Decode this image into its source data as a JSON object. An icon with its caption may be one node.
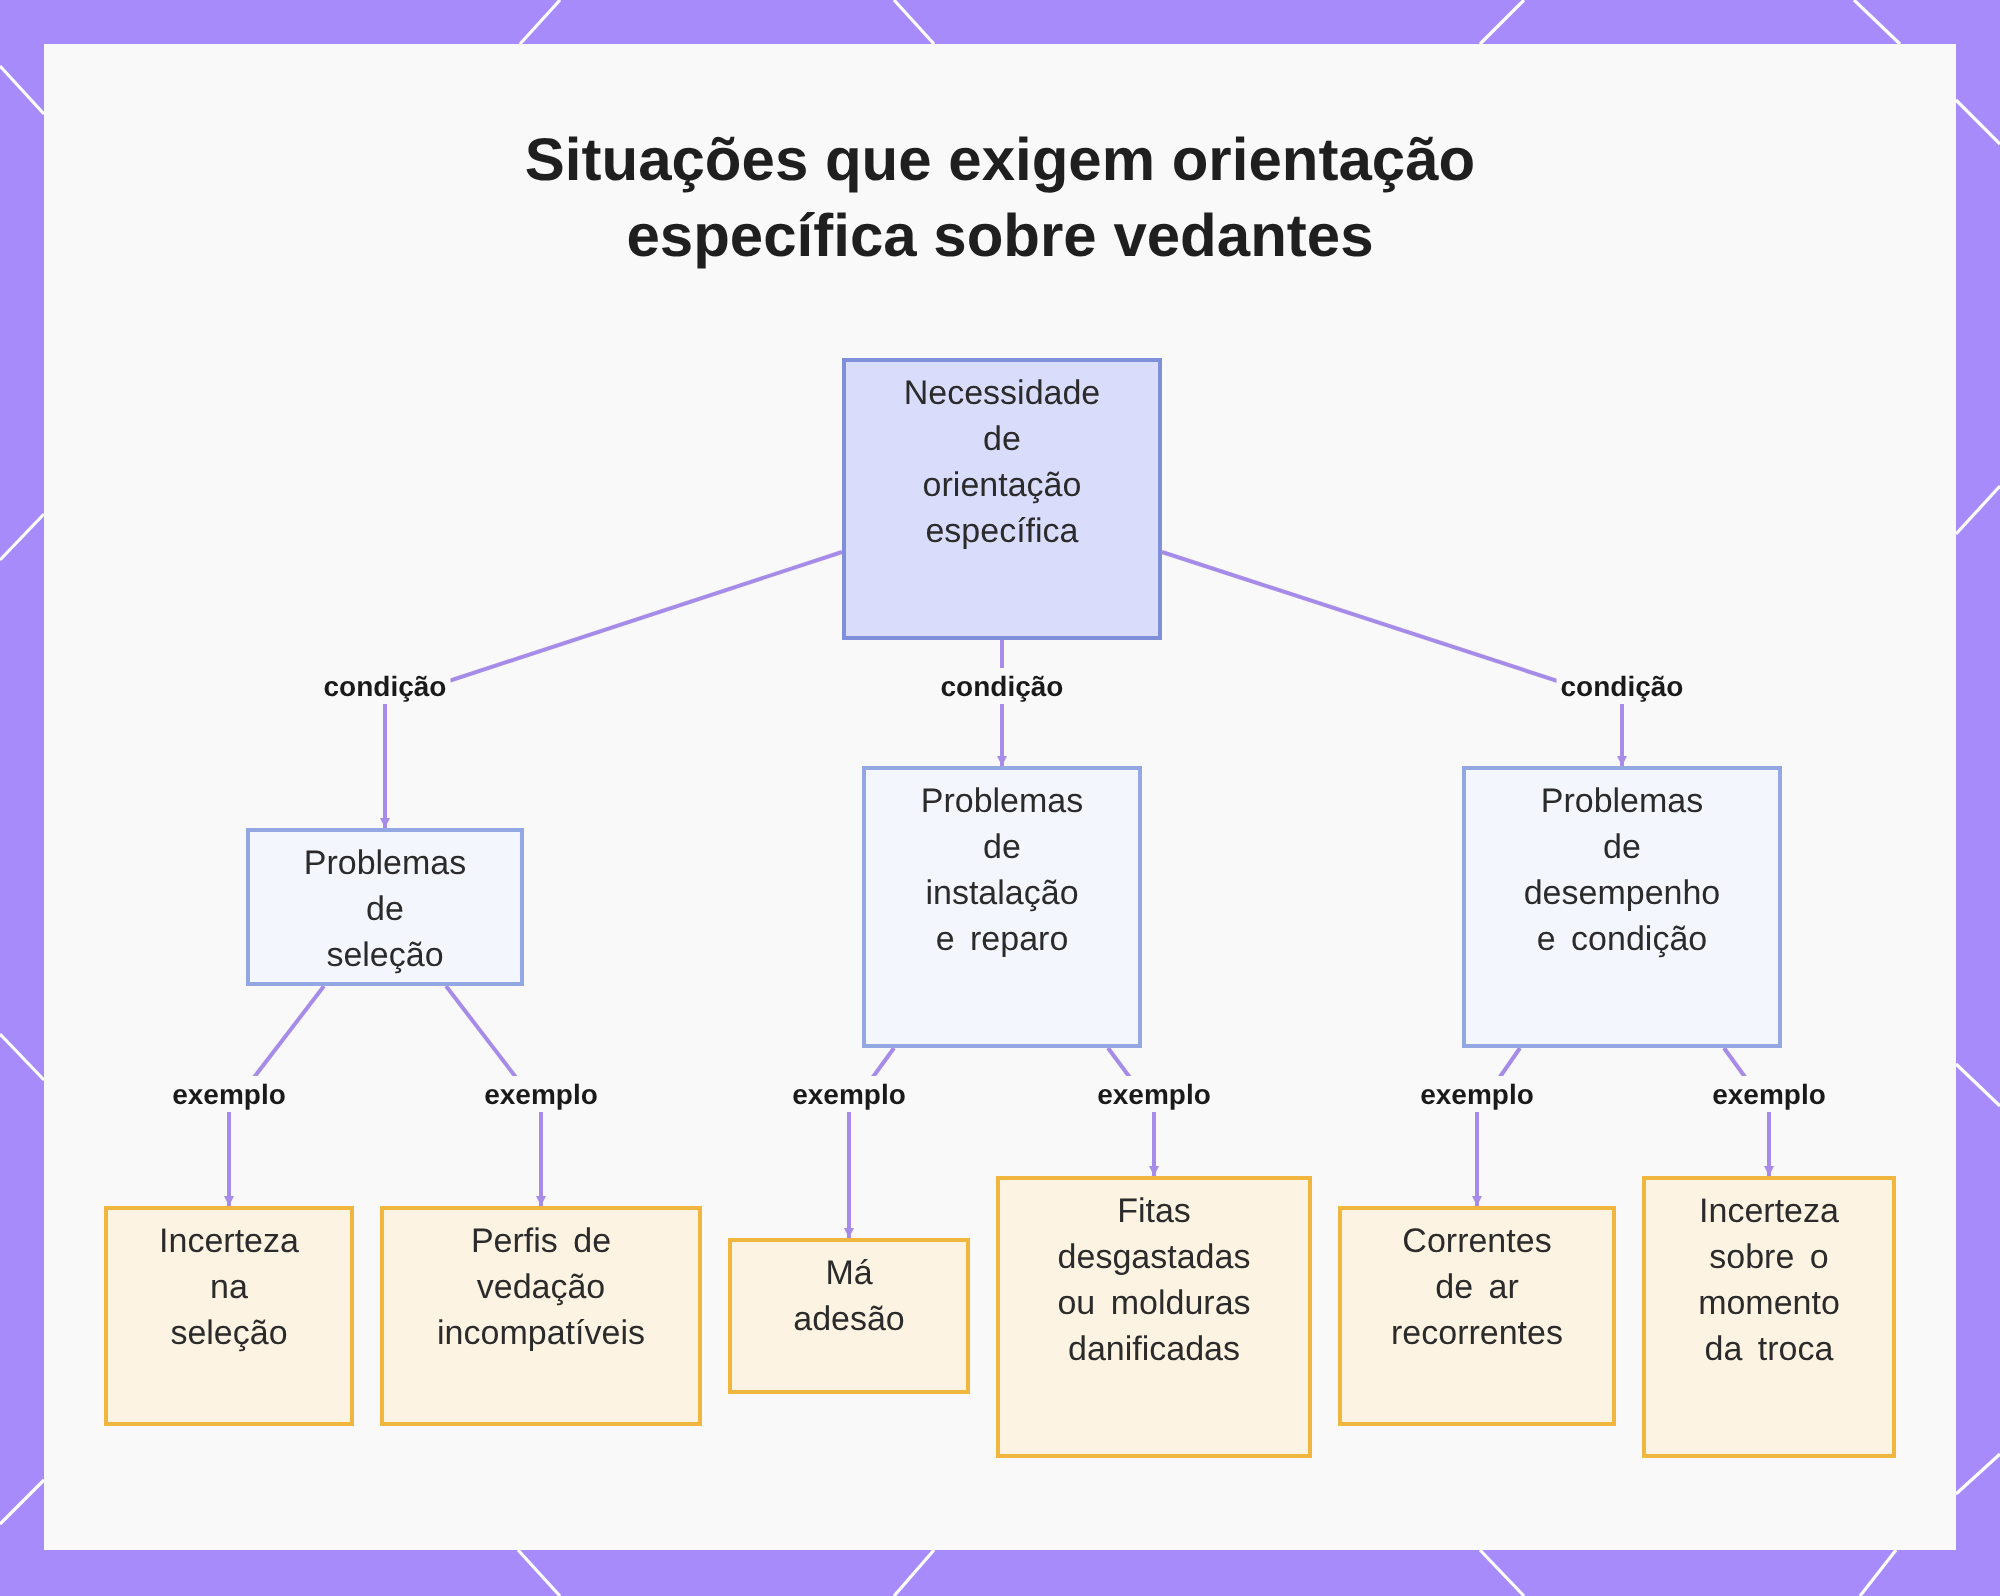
{
  "diagram": {
    "title": "Situações que exigem orientação específica sobre vedantes",
    "nodes": [
      {
        "text": [
          "Necessidade de orientação específica"
        ]
      },
      {
        "text": [
          "Problemas de seleção"
        ]
      },
      {
        "text": [
          "Problemas de instalação e reparo"
        ]
      },
      {
        "text": [
          "Problemas de desempenho e condição"
        ]
      },
      {
        "text": [
          "Incerteza na seleção"
        ]
      },
      {
        "text": [
          "Perfis de vedação incompatíveis"
        ]
      },
      {
        "text": [
          "Má adesão"
        ]
      },
      {
        "text": [
          "Fitas desgastadas ou molduras danificadas"
        ]
      },
      {
        "text": [
          "Correntes de ar recorrentes"
        ]
      },
      {
        "text": [
          "Incerteza sobre o momento da troca"
        ]
      }
    ],
    "edges": [
      {
        "from": 0,
        "to": 1,
        "label": "condição",
        "arrow": "to"
      },
      {
        "from": 0,
        "to": 2,
        "label": "condição",
        "arrow": "to"
      },
      {
        "from": 0,
        "to": 3,
        "label": "condição",
        "arrow": "to"
      },
      {
        "from": 1,
        "to": 4,
        "label": "exemplo",
        "arrow": "to"
      },
      {
        "from": 1,
        "to": 5,
        "label": "exemplo",
        "arrow": "to"
      },
      {
        "from": 2,
        "to": 6,
        "label": "exemplo",
        "arrow": "to"
      },
      {
        "from": 2,
        "to": 7,
        "label": "exemplo",
        "arrow": "to"
      },
      {
        "from": 3,
        "to": 8,
        "label": "exemplo",
        "arrow": "to"
      },
      {
        "from": 3,
        "to": 9,
        "label": "exemplo",
        "arrow": "to"
      }
    ]
  }
}
